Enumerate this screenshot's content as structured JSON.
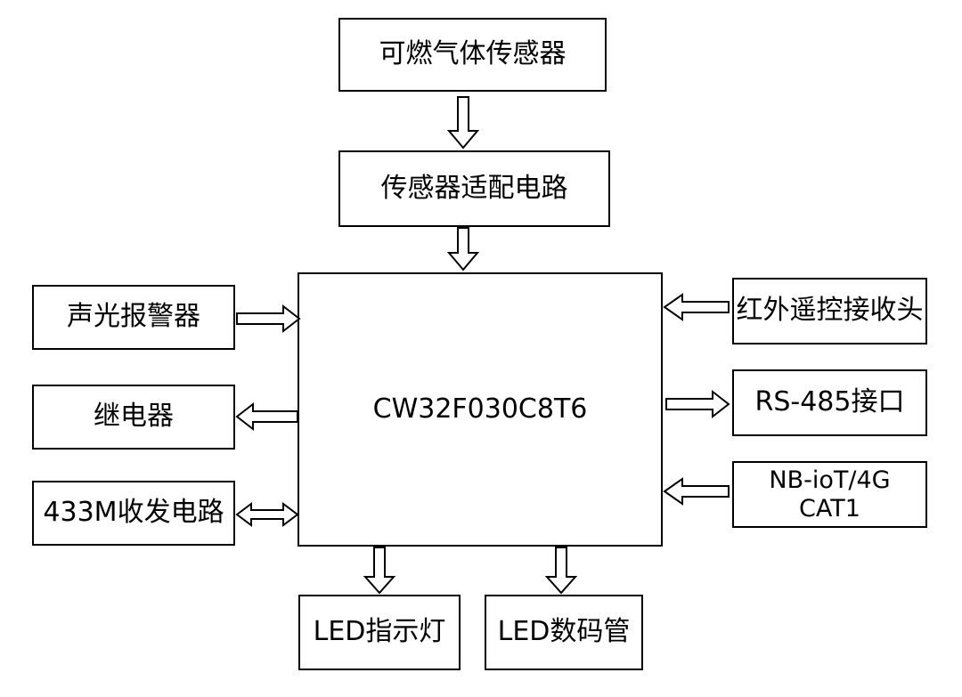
{
  "nodes": {
    "gas_sensor": "可燃气体传感器",
    "sensor_adapter": "传感器适配电路",
    "mcu": "CW32F030C8T6",
    "alarm": "声光报警器",
    "relay": "继电器",
    "rf433": "433M收发电路",
    "ir_receiver": "红外遥控接收头",
    "rs485": "RS-485接口",
    "nbiot": "NB-ioT/4G\nCAT1",
    "led_indicator": "LED指示灯",
    "led_segment": "LED数码管"
  }
}
